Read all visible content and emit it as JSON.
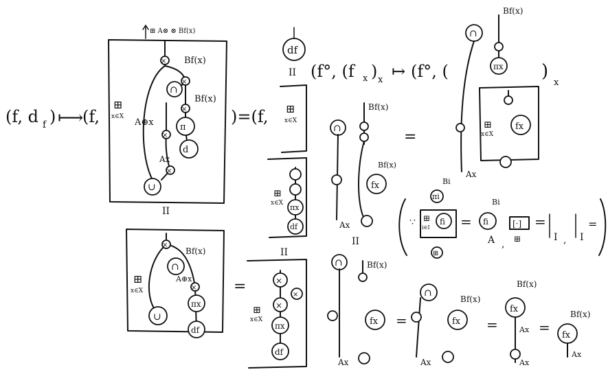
{
  "left_panel": {
    "lhs": "(f, d",
    "lhs_sub": "f",
    "lhs_close": ")",
    "maps_to": "⟼",
    "open": "(f,",
    "equals_open": ")=(f,",
    "top_label": "B",
    "top_label_sub": "f(x)",
    "node_pi": "π",
    "node_pi_sub": "x",
    "node_d": "d",
    "node_d_sub": "f",
    "label_A": "A",
    "label_A_sub": "x",
    "box_sym": "⊞",
    "box_sym_sub": "x∈X",
    "parallel": "II",
    "equals": "="
  },
  "right_panel": {
    "title_lhs": "(f°, (f",
    "title_lhs_sub": "x",
    "title_lhs_close": ")",
    "title_lhs_sub2": "x",
    "title_maps": "↦",
    "title_rhs": "(f°, (",
    "title_rhs_close": ")",
    "title_rhs_sub": "x",
    "approx": "=",
    "node_f": "f",
    "node_f_sub": "x",
    "node_fi": "f",
    "node_fi_sub": "i",
    "node_pi_i": "π",
    "node_pi_i_sub": "i",
    "B": "B",
    "B_sub": "f(x)",
    "B_i": "B",
    "B_i_sub": "i",
    "A": "A",
    "A_sub": "x",
    "I": "I",
    "bracket_content": "[·]",
    "because": "∵",
    "dots_sym": "⊞",
    "dots_sub": "i∈I",
    "equals": "="
  }
}
